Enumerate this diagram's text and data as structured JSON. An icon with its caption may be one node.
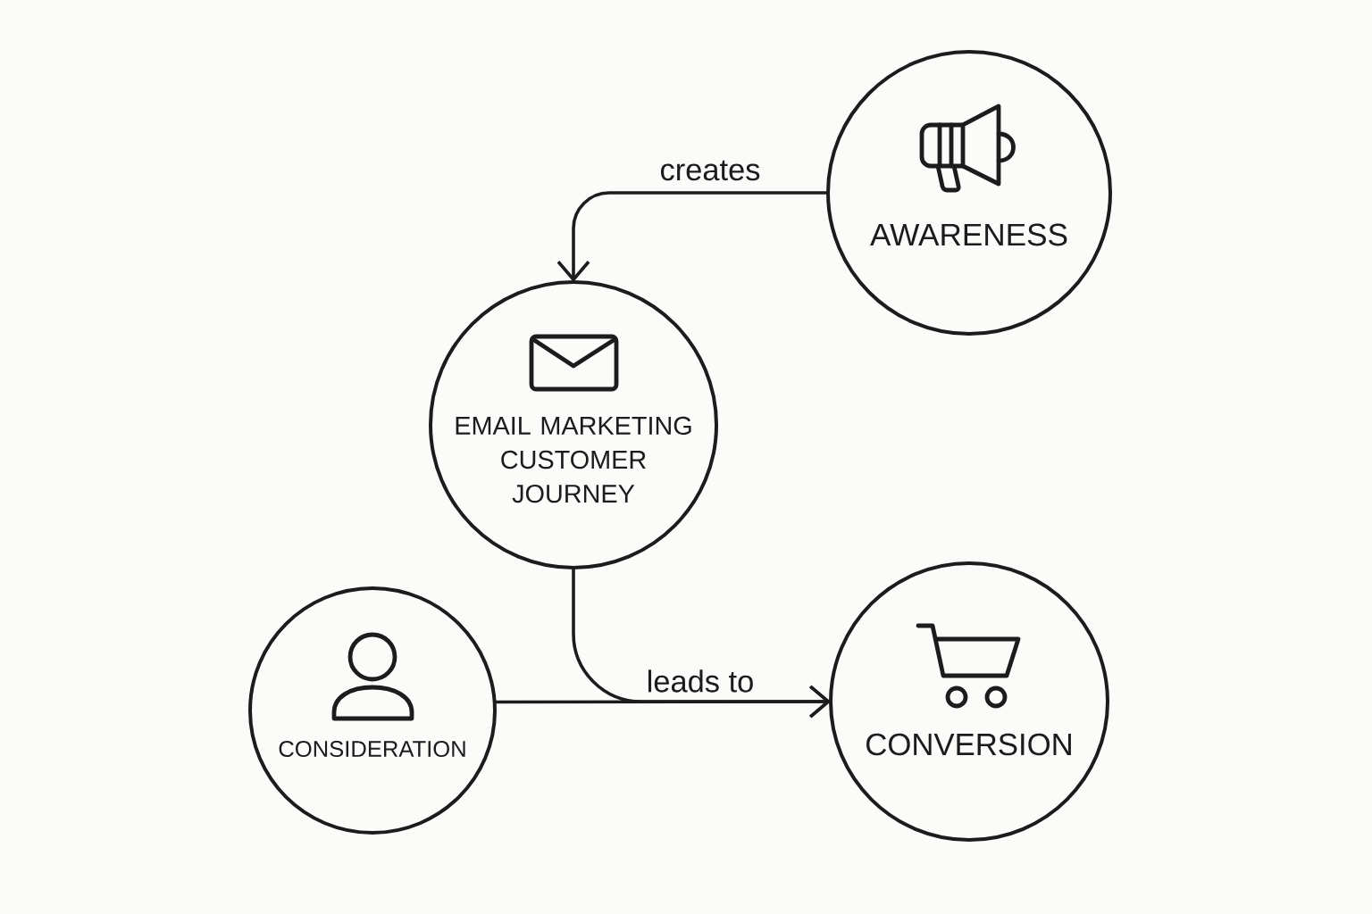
{
  "diagram": {
    "nodes": [
      {
        "text": [
          "AWARENESS"
        ]
      },
      {
        "text": [
          "EMAIL MARKETING CUSTOMER JOURNEY"
        ]
      },
      {
        "text": [
          "CONSIDERATION"
        ]
      },
      {
        "text": [
          "CONVERSION"
        ]
      }
    ],
    "edges": [
      {
        "from": 0,
        "to": 1,
        "arrow": "to",
        "label": "creates"
      },
      {
        "from": 1,
        "to": 3,
        "arrow": "to"
      },
      {
        "from": 2,
        "to": 3,
        "arrow": "to",
        "label": "leads to"
      }
    ]
  }
}
